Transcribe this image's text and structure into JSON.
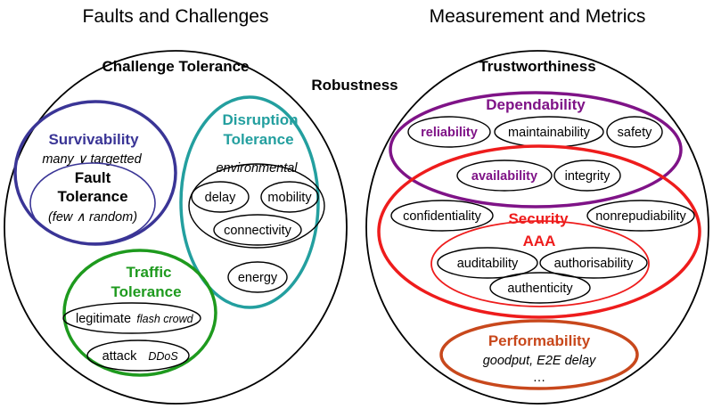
{
  "headers": {
    "left": "Faults and Challenges",
    "right": "Measurement and Metrics"
  },
  "robustness": "Robustness",
  "challenge_tolerance": {
    "title": "Challenge Tolerance",
    "survivability": {
      "title": "Survivability",
      "subtitle": "many ∨ targetted"
    },
    "fault_tolerance": {
      "title_line1": "Fault",
      "title_line2": "Tolerance",
      "subtitle": "(few ∧ random)"
    },
    "disruption_tolerance": {
      "title_line1": "Disruption",
      "title_line2": "Tolerance",
      "environmental": "environmental",
      "delay": "delay",
      "mobility": "mobility",
      "connectivity": "connectivity",
      "energy": "energy"
    },
    "traffic_tolerance": {
      "title_line1": "Traffic",
      "title_line2": "Tolerance",
      "legitimate": "legitimate",
      "flash_crowd": "flash crowd",
      "attack": "attack",
      "ddos": "DDoS"
    }
  },
  "trustworthiness": {
    "title": "Trustworthiness",
    "dependability": {
      "title": "Dependability",
      "reliability": "reliability",
      "maintainability": "maintainability",
      "safety": "safety",
      "availability": "availability",
      "integrity": "integrity"
    },
    "security": {
      "title": "Security",
      "confidentiality": "confidentiality",
      "nonrepudiability": "nonrepudiability"
    },
    "aaa": {
      "title": "AAA",
      "auditability": "auditability",
      "authorisability": "authorisability",
      "authenticity": "authenticity"
    },
    "performability": {
      "title": "Performability",
      "metrics": "goodput, E2E delay",
      "ellipsis": "…"
    }
  },
  "colors": {
    "survivability": "#3a3596",
    "disruption": "#239f9f",
    "traffic": "#1e9a1e",
    "dependability": "#7f1387",
    "security": "#ee1c1c",
    "performability": "#c8481c"
  }
}
